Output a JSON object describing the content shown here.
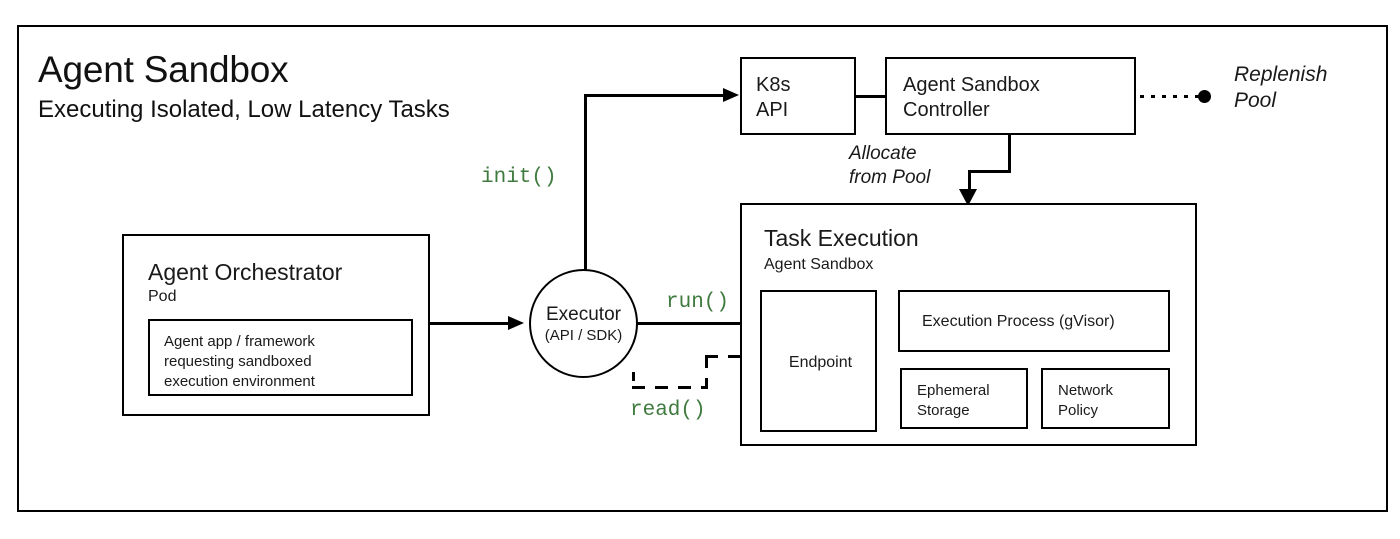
{
  "title": "Agent Sandbox",
  "subtitle": "Executing Isolated, Low Latency Tasks",
  "colors": {
    "stroke": "#000000",
    "background": "#ffffff",
    "api_label_green": "#3f7a3f",
    "text": "#1a1a1a"
  },
  "nodes": {
    "k8s_api": {
      "label": "K8s\nAPI"
    },
    "controller": {
      "label": "Agent Sandbox\nController"
    },
    "replenish_pool": {
      "label": "Replenish\nPool"
    },
    "orchestrator": {
      "title": "Agent Orchestrator",
      "subtitle": "Pod",
      "inner": "Agent app / framework\nrequesting sandboxed\nexecution environment"
    },
    "executor": {
      "title": "Executor",
      "subtitle": "(API / SDK)"
    },
    "task_execution": {
      "title": "Task Execution",
      "subtitle": "Agent Sandbox",
      "endpoint": "Endpoint",
      "execution_process": "Execution Process (gVisor)",
      "ephemeral_storage": "Ephemeral\nStorage",
      "network_policy": "Network\nPolicy"
    }
  },
  "edges": {
    "init": "init()",
    "run": "run()",
    "read": "read()",
    "allocate": "Allocate\nfrom Pool"
  }
}
